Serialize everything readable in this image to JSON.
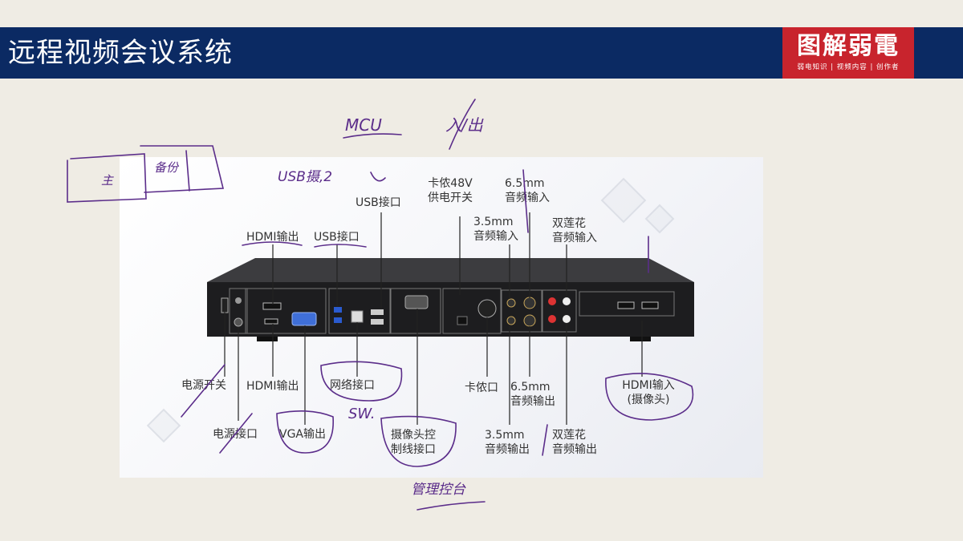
{
  "header": {
    "title": "远程视频会议系统",
    "logo_text": "图解弱電",
    "logo_subtext": "弱电知识 | 视频内容 | 创作者",
    "bar_color": "#0b2a63",
    "logo_color": "#c8242d"
  },
  "labels": {
    "usb_top": "USB接口",
    "card_48v": "卡侬48V\n供电开关",
    "mm65_in": "6.5mm\n音频输入",
    "mm35_in": "3.5mm\n音频输入",
    "rca_in": "双莲花\n音频输入",
    "hdmi_out_top": "HDMI输出",
    "usb_mid": "USB接口",
    "power_switch": "电源开关",
    "hdmi_out_bottom": "HDMI输出",
    "network": "网络接口",
    "xlr": "卡侬口",
    "mm65_out": "6.5mm\n音频输出",
    "hdmi_in": "HDMI输入\n(摄像头)",
    "power_port": "电源接口",
    "vga_out": "VGA输出",
    "camera_ctrl": "摄像头控\n制线接口",
    "mm35_out": "3.5mm\n音频输出",
    "rca_out": "双莲花\n音频输出"
  },
  "annotations": {
    "mcu": "MCU",
    "in_out": "入/出",
    "main": "主",
    "backup": "备份",
    "usb_cam": "USB摄,2",
    "sw": "SW.",
    "mgmt": "管理控台"
  }
}
